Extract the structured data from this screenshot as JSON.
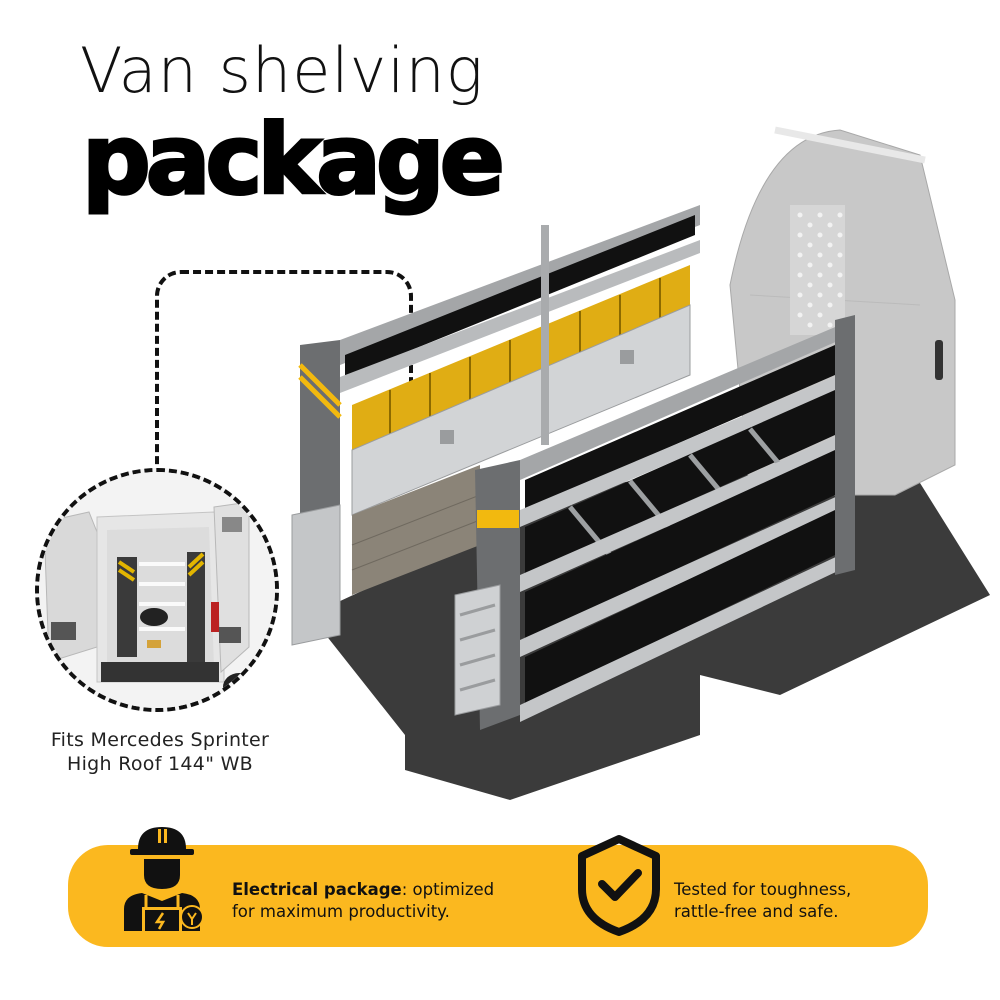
{
  "title": {
    "line1": "Van shelving",
    "line2": "package"
  },
  "inset": {
    "caption_line1": "Fits Mercedes Sprinter",
    "caption_line2": "High Roof 144\" WB",
    "icon": "van-rear-photo"
  },
  "product_image": {
    "subject": "van-shelving-unit-render",
    "accent_color": "#f2b90f"
  },
  "banner": {
    "background_color": "#fbb81f",
    "features": [
      {
        "icon": "electrician-worker-icon",
        "bold": "Electrical package",
        "text": ": optimized",
        "line2": "for maximum productivity."
      },
      {
        "icon": "shield-check-icon",
        "text": "Tested for toughness,",
        "line2": "rattle-free and safe."
      }
    ]
  }
}
